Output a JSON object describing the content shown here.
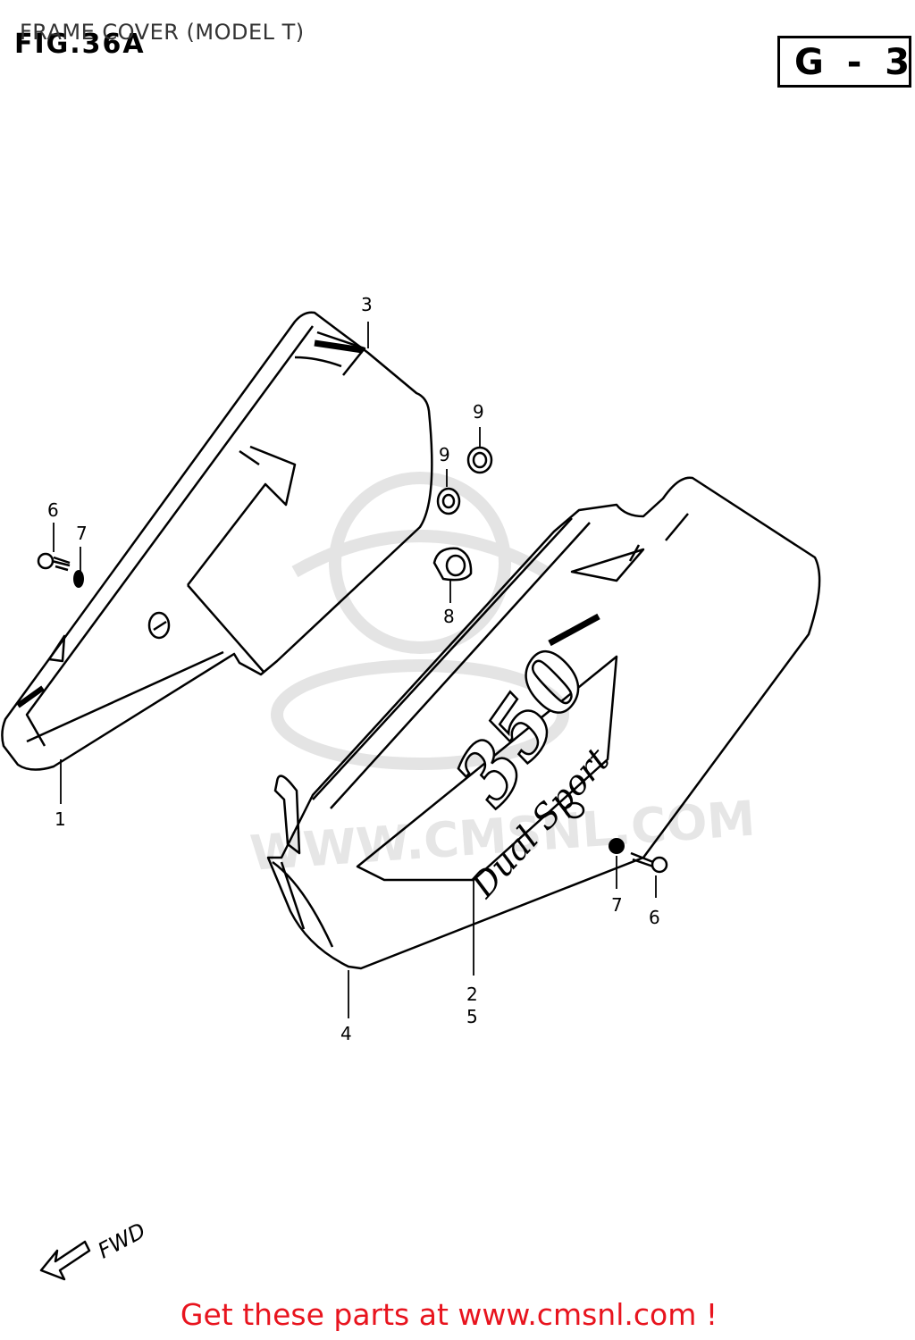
{
  "header": {
    "title": "FRAME COVER (MODEL T)",
    "figure": "FIG.36A",
    "page_code": "G - 3"
  },
  "callouts": {
    "c1": "1",
    "c3": "3",
    "c4": "4",
    "c6a": "6",
    "c7a": "7",
    "c8": "8",
    "c9a": "9",
    "c9b": "9",
    "c25a": "2",
    "c25b": "5",
    "c6b": "6",
    "c7b": "7"
  },
  "decal": {
    "number": "350",
    "script": "Dual Sport"
  },
  "watermark": {
    "text": "WWW.CMSNL.COM"
  },
  "direction": {
    "label": "FWD"
  },
  "footer": {
    "link_text": "Get these parts at www.cmsnl.com !"
  },
  "colors": {
    "footer": "#e8141e",
    "line": "#000000",
    "watermark": "#e6e6e6"
  }
}
